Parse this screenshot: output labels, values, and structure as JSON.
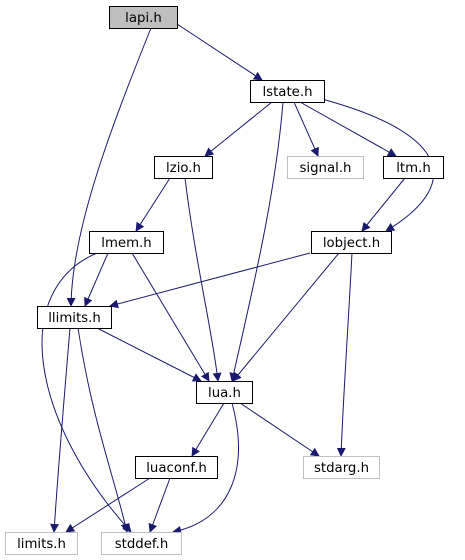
{
  "diagram": {
    "colors": {
      "edge": "#191970",
      "node_border": "#000000",
      "node_border_system": "#bfbfbf",
      "node_fill": "#ffffff",
      "node_fill_root": "#bfbfbf",
      "text": "#000000"
    },
    "nodes": [
      {
        "id": "lapi",
        "label": "lapi.h",
        "kind": "root"
      },
      {
        "id": "lstate",
        "label": "lstate.h",
        "kind": "project"
      },
      {
        "id": "lzio",
        "label": "lzio.h",
        "kind": "project"
      },
      {
        "id": "signal",
        "label": "signal.h",
        "kind": "system"
      },
      {
        "id": "ltm",
        "label": "ltm.h",
        "kind": "project"
      },
      {
        "id": "lmem",
        "label": "lmem.h",
        "kind": "project"
      },
      {
        "id": "lobject",
        "label": "lobject.h",
        "kind": "project"
      },
      {
        "id": "llimits",
        "label": "llimits.h",
        "kind": "project"
      },
      {
        "id": "lua",
        "label": "lua.h",
        "kind": "project"
      },
      {
        "id": "luaconf",
        "label": "luaconf.h",
        "kind": "project"
      },
      {
        "id": "stdarg",
        "label": "stdarg.h",
        "kind": "system"
      },
      {
        "id": "limits",
        "label": "limits.h",
        "kind": "system"
      },
      {
        "id": "stddef",
        "label": "stddef.h",
        "kind": "system"
      }
    ],
    "edges": [
      {
        "from": "lapi",
        "to": "lstate"
      },
      {
        "from": "lapi",
        "to": "llimits"
      },
      {
        "from": "lstate",
        "to": "lzio"
      },
      {
        "from": "lstate",
        "to": "lua"
      },
      {
        "from": "lstate",
        "to": "signal"
      },
      {
        "from": "lstate",
        "to": "ltm"
      },
      {
        "from": "lstate",
        "to": "lobject"
      },
      {
        "from": "lzio",
        "to": "lmem"
      },
      {
        "from": "lzio",
        "to": "lua"
      },
      {
        "from": "ltm",
        "to": "lobject"
      },
      {
        "from": "lmem",
        "to": "llimits"
      },
      {
        "from": "lmem",
        "to": "lua"
      },
      {
        "from": "lmem",
        "to": "stddef"
      },
      {
        "from": "lobject",
        "to": "llimits"
      },
      {
        "from": "lobject",
        "to": "lua"
      },
      {
        "from": "lobject",
        "to": "stdarg"
      },
      {
        "from": "llimits",
        "to": "lua"
      },
      {
        "from": "llimits",
        "to": "limits"
      },
      {
        "from": "llimits",
        "to": "stddef"
      },
      {
        "from": "lua",
        "to": "luaconf"
      },
      {
        "from": "lua",
        "to": "stdarg"
      },
      {
        "from": "lua",
        "to": "stddef"
      },
      {
        "from": "luaconf",
        "to": "limits"
      },
      {
        "from": "luaconf",
        "to": "stddef"
      }
    ]
  }
}
